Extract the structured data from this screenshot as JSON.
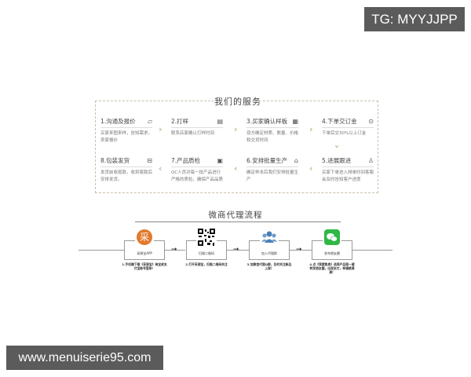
{
  "watermarks": {
    "top_right": "TG: MYYJJPP",
    "bottom_left": "www.menuiserie95.com"
  },
  "services": {
    "title": "我们的服务",
    "steps": [
      {
        "label": "1.沟通及报价",
        "icon": "chat-icon",
        "glyph": "▱",
        "desc": "买家来图来样，告知需求，卖家报价"
      },
      {
        "label": "2.打样",
        "icon": "document-icon",
        "glyph": "▤",
        "desc": "联系店家确认打样时间"
      },
      {
        "label": "3.买家确认样板",
        "icon": "sample-icon",
        "glyph": "▦",
        "desc": "双方确定材质、数量、价格和交货时间"
      },
      {
        "label": "4.下单交订金",
        "icon": "coin-icon",
        "glyph": "⊙",
        "desc": "下单后交30%以上订金"
      },
      {
        "label": "5.进展跟进",
        "icon": "person-icon",
        "glyph": "♙",
        "desc": "买家下单进入排单时间客服会及时告知客户进度"
      },
      {
        "label": "6.安排批量生产",
        "icon": "factory-icon",
        "glyph": "⌂",
        "desc": "确定样本后我们安排批量生产"
      },
      {
        "label": "7.产品质检",
        "icon": "inspection-icon",
        "glyph": "▣",
        "desc": "QC人员对每一批产品进行严格的质检，确保产品品质"
      },
      {
        "label": "8.包装发货",
        "icon": "package-icon",
        "glyph": "⊟",
        "desc": "发货前收尾款，收到尾款后安排发货。"
      }
    ]
  },
  "flow": {
    "title": "微商代理流程",
    "steps": [
      {
        "label": "采源宝APP",
        "icon": "caiyuanbao-app-icon",
        "caption": "1.手机端下载《采源宝》淘宝或支付宝账号登录！"
      },
      {
        "label": "扫描二维码",
        "icon": "qr-code-icon",
        "caption": "2.打开采源宝，扫描二维码关注"
      },
      {
        "label": "加入代理群",
        "icon": "group-icon",
        "caption": "3.加微信代理Q群，及时关注新品上架！"
      },
      {
        "label": "发布朋友圈",
        "icon": "wechat-icon",
        "caption": "4.点《我要售卖》选择产品图一键转发朋友圈，出现支付，幸福感满满！"
      }
    ]
  },
  "colors": {
    "accent_gold": "#c8b38c",
    "caiyuanbao_orange": "#e07a2c",
    "wechat_green": "#2fb845",
    "group_blue": "#4a7fb5",
    "watermark_bg": "#5b5b5b"
  }
}
